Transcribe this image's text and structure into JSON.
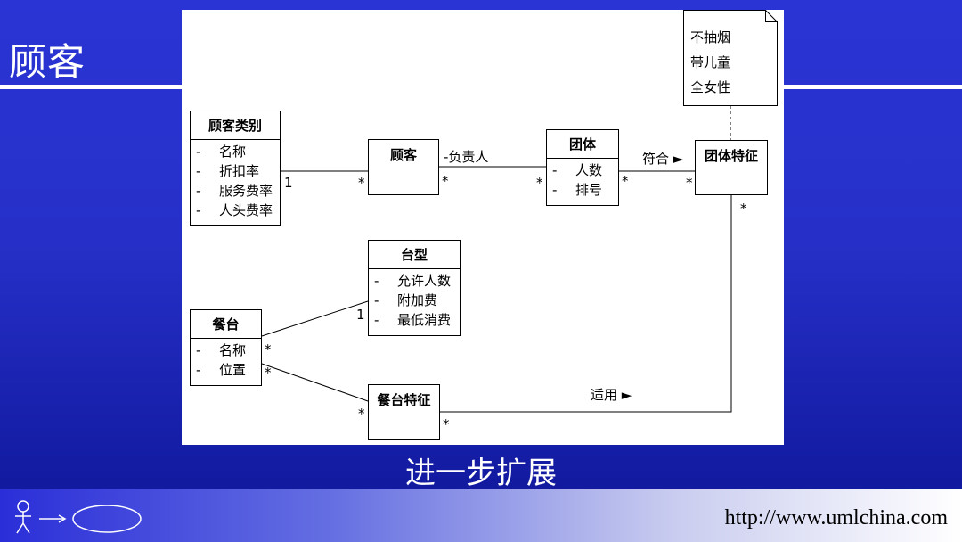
{
  "slide": {
    "title": "顾客",
    "caption": "进一步扩展"
  },
  "note": {
    "lines": [
      "不抽烟",
      "带儿童",
      "全女性"
    ]
  },
  "classes": {
    "customer_category": {
      "name": "顾客类别",
      "attrs": [
        "名称",
        "折扣率",
        "服务费率",
        "人头费率"
      ]
    },
    "customer": {
      "name": "顾客"
    },
    "group": {
      "name": "团体",
      "attrs": [
        "人数",
        "排号"
      ]
    },
    "group_feature": {
      "name": "团体特征"
    },
    "table_type": {
      "name": "台型",
      "attrs": [
        "允许人数",
        "附加费",
        "最低消费"
      ]
    },
    "table": {
      "name": "餐台",
      "attrs": [
        "名称",
        "位置"
      ]
    },
    "table_feature": {
      "name": "餐台特征"
    }
  },
  "associations": {
    "category_customer": {
      "left_mult": "1",
      "right_mult": "*"
    },
    "customer_group": {
      "role": "-负责人",
      "left_mult": "*",
      "right_mult": "*"
    },
    "group_feature": {
      "label": "符合 ►",
      "left_mult": "*",
      "right_mult": "*"
    },
    "table_tabletype": {
      "left_mult": "*",
      "right_mult": "1"
    },
    "table_tablefeature": {
      "left_mult": "*",
      "right_mult": "*"
    },
    "tablefeature_groupfeature": {
      "label": "适用 ►",
      "left_mult": "*",
      "right_mult": "*"
    }
  },
  "footer": {
    "url": "http://www.umlchina.com"
  },
  "colors": {
    "background_top": "#2a34d4",
    "background_bottom": "#0d1596",
    "panel": "#ffffff",
    "text_light": "#ffffff"
  }
}
